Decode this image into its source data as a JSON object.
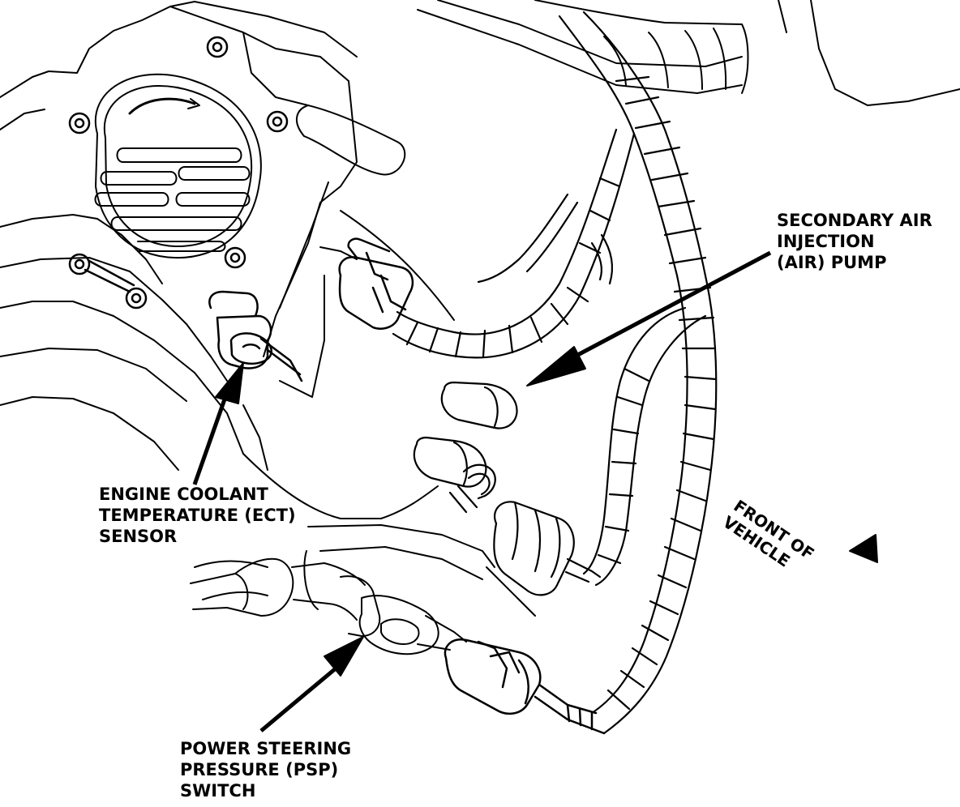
{
  "callouts": {
    "air_pump": [
      "SECONDARY AIR",
      "INJECTION",
      "(AIR) PUMP"
    ],
    "ect_sensor": [
      "ENGINE COOLANT",
      "TEMPERATURE (ECT)",
      "SENSOR"
    ],
    "psp_switch": [
      "POWER STEERING",
      "PRESSURE (PSP)",
      "SWITCH"
    ],
    "direction": [
      "FRONT OF",
      "VEHICLE"
    ]
  },
  "colors": {
    "ink": "#000000",
    "paper": "#ffffff"
  },
  "icons": [
    "arrow-icon",
    "direction-arrow-icon"
  ]
}
